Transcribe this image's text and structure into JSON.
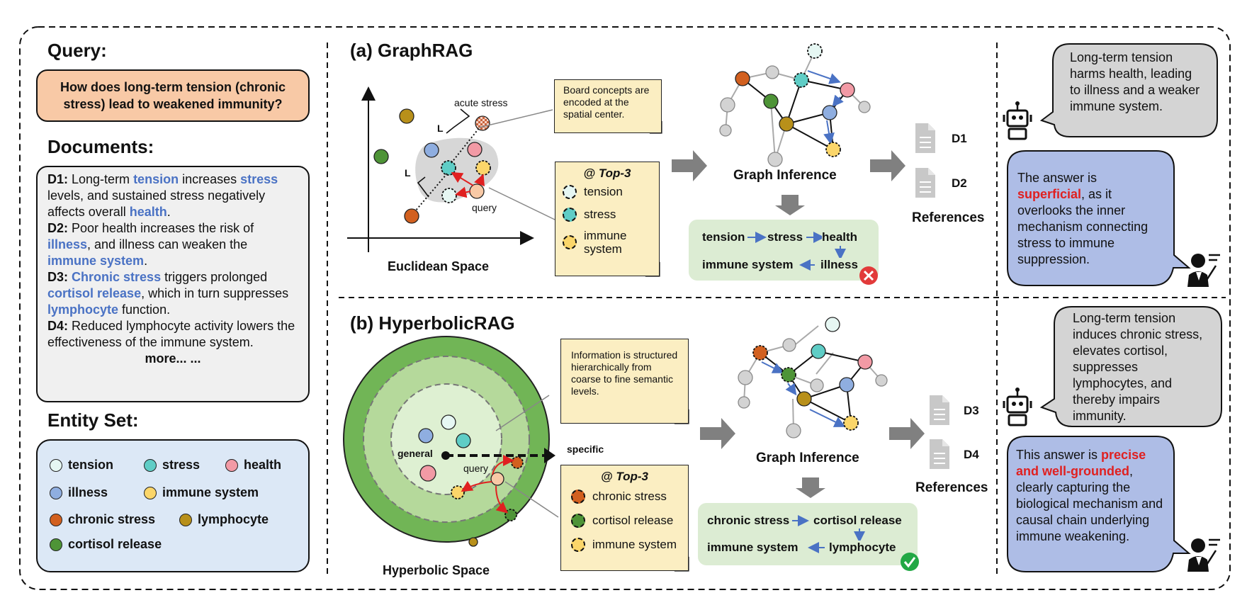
{
  "left": {
    "query_heading": "Query:",
    "query_text": "How does long-term tension (chronic stress) lead to weakened immunity?",
    "documents_heading": "Documents:",
    "documents": {
      "d1": {
        "id": "D1:",
        "t1": " Long-term ",
        "k1": "tension",
        "t2": " increases ",
        "k2": "stress",
        "t3": " levels, and sustained stress negatively affects overall ",
        "k3": "health",
        "t4": "."
      },
      "d2": {
        "id": "D2:",
        "t1": " Poor health increases the risk of ",
        "k1": "illness",
        "t2": ", and illness can weaken the ",
        "k2": "immune system",
        "t3": "."
      },
      "d3": {
        "id": "D3:",
        "k0": "Chronic stress",
        "t1": " triggers prolonged ",
        "k1": "cortisol release",
        "t2": ", which in turn suppresses ",
        "k2": "lymphocyte",
        "t3": " function."
      },
      "d4": {
        "id": "D4:",
        "t1": " Reduced lymphocyte activity lowers the effectiveness of the immune system."
      },
      "more": "more... ..."
    },
    "entity_heading": "Entity Set:",
    "entities": [
      {
        "label": "tension",
        "color": "#e6f7f3"
      },
      {
        "label": "stress",
        "color": "#5fcdc6"
      },
      {
        "label": "health",
        "color": "#f29aa5"
      },
      {
        "label": "illness",
        "color": "#8faee0"
      },
      {
        "label": "immune system",
        "color": "#fbd66a"
      },
      {
        "label": "chronic stress",
        "color": "#d2601f"
      },
      {
        "label": "lymphocyte",
        "color": "#b8901a"
      },
      {
        "label": "cortisol release",
        "color": "#4e9437"
      }
    ]
  },
  "graphrag": {
    "title": "(a) GraphRAG",
    "acute_stress": "acute stress",
    "l_label": "L",
    "query_label": "query",
    "space_label": "Euclidean Space",
    "note": "Board concepts are encoded at the spatial center.",
    "top3_title": "@ Top-3",
    "top3": [
      {
        "label": "tension",
        "color": "#e6f7f3"
      },
      {
        "label": "stress",
        "color": "#5fcdc6"
      },
      {
        "label": "immune system",
        "color": "#fbd66a"
      }
    ],
    "graph_label": "Graph Inference",
    "chain": {
      "a": "tension",
      "b": "stress",
      "c": "health",
      "d": "immune system",
      "e": "illness"
    },
    "refs": [
      "D1",
      "D2"
    ],
    "refs_label": "References",
    "answer": "Long-term tension harms health, leading to illness and a weaker immune system.",
    "judge": {
      "pre": "The answer is ",
      "hl": "superficial",
      "post": ", as it overlooks the inner mechanism connecting stress to immune suppression."
    }
  },
  "hyperbolic": {
    "title": "(b) HyperbolicRAG",
    "general": "general",
    "specific": "specific",
    "query_label": "query",
    "space_label": "Hyperbolic Space",
    "note": "Information is structured hierarchically from coarse to fine semantic levels.",
    "top3_title": "@ Top-3",
    "top3": [
      {
        "label": "chronic stress",
        "color": "#d2601f"
      },
      {
        "label": "cortisol release",
        "color": "#4e9437"
      },
      {
        "label": "immune system",
        "color": "#fbd66a"
      }
    ],
    "graph_label": "Graph Inference",
    "chain": {
      "a": "chronic stress",
      "b": "cortisol release",
      "d": "immune system",
      "e": "lymphocyte"
    },
    "refs": [
      "D3",
      "D4"
    ],
    "refs_label": "References",
    "answer": "Long-term tension induces chronic stress, elevates cortisol, suppresses lymphocytes, and thereby impairs immunity.",
    "judge": {
      "pre": "This answer is ",
      "hl": "precise and well-grounded",
      "post": ", clearly capturing the biological mechanism and causal chain underlying immune weakening."
    }
  }
}
